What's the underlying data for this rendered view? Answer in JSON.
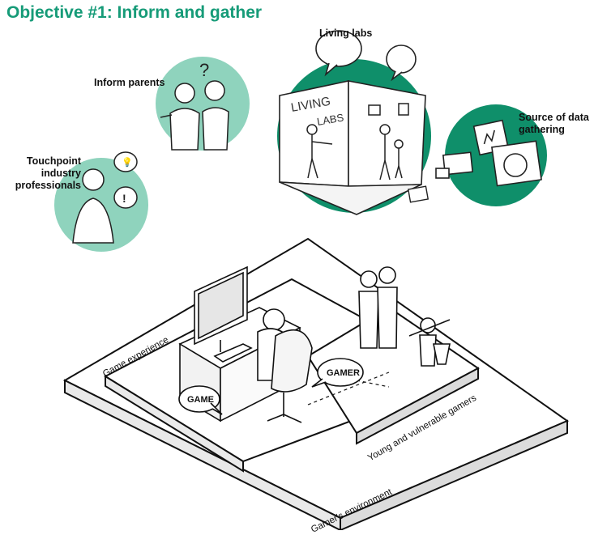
{
  "title": "Objective #1: Inform and gather",
  "labels": {
    "living_labs": "Living labs",
    "inform_parents": "Inform parents",
    "touchpoint": "Touchpoint industry professionals",
    "source": "Source of data gathering",
    "game_experience": "Game experience",
    "young_gamers": "Young and vulnerable gamers",
    "gamer_env": "Gamer's environment"
  },
  "speech": {
    "gamer": "GAMER",
    "game": "GAME"
  },
  "sketch_text": {
    "living": "LIVING",
    "labs": "LABS"
  },
  "colors": {
    "green_dark": "#0f8f6a",
    "green_light": "#8fd3bd",
    "title_green": "#169b78"
  }
}
